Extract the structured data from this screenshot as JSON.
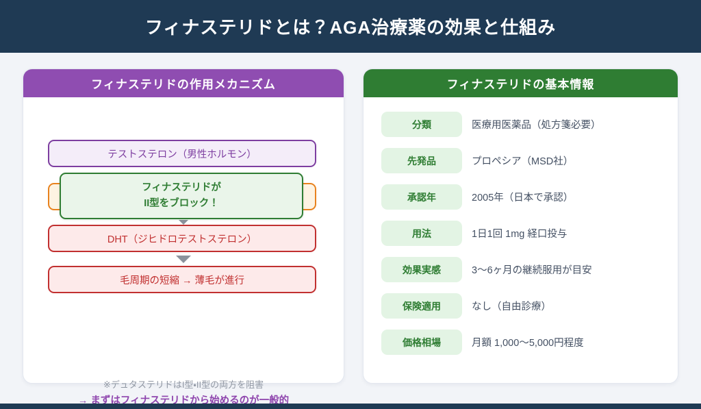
{
  "page": {
    "title": "フィナステリドとは？AGA治療薬の効果と仕組み"
  },
  "colors": {
    "navy": "#1f3a54",
    "purple_header": "#8f4db1",
    "green_header": "#2f7d33",
    "purple_box_border": "#7d3ea0",
    "orange_box_border": "#e8821e",
    "green_box_border": "#2f7d33",
    "red_box_border": "#c13030",
    "chip_bg": "#e3f4e4",
    "note_purple": "#8e44ad"
  },
  "left_panel": {
    "title": "フィナステリドの作用メカニズム",
    "flow": {
      "testosterone": "テストステロン（男性ホルモン）",
      "block_line1": "フィナステリドが",
      "block_line2": "II型をブロック！",
      "dht": "DHT（ジヒドロテストステロン）",
      "result": "毛周期の短縮 → 薄毛が進行"
    },
    "note1": "※デュタステリドはI型・II型の両方を阻害",
    "note2": "→ まずはフィナステリドから始めるのが一般的"
  },
  "right_panel": {
    "title": "フィナステリドの基本情報",
    "rows": [
      {
        "label": "分類",
        "value": "医療用医薬品（処方箋必要）"
      },
      {
        "label": "先発品",
        "value": "プロペシア（MSD社）"
      },
      {
        "label": "承認年",
        "value": "2005年（日本で承認）"
      },
      {
        "label": "用法",
        "value": "1日1回 1mg 経口投与"
      },
      {
        "label": "効果実感",
        "value": "3〜6ヶ月の継続服用が目安"
      },
      {
        "label": "保険適用",
        "value": "なし（自由診療）"
      },
      {
        "label": "価格相場",
        "value": "月額 1,000〜5,000円程度"
      }
    ]
  }
}
